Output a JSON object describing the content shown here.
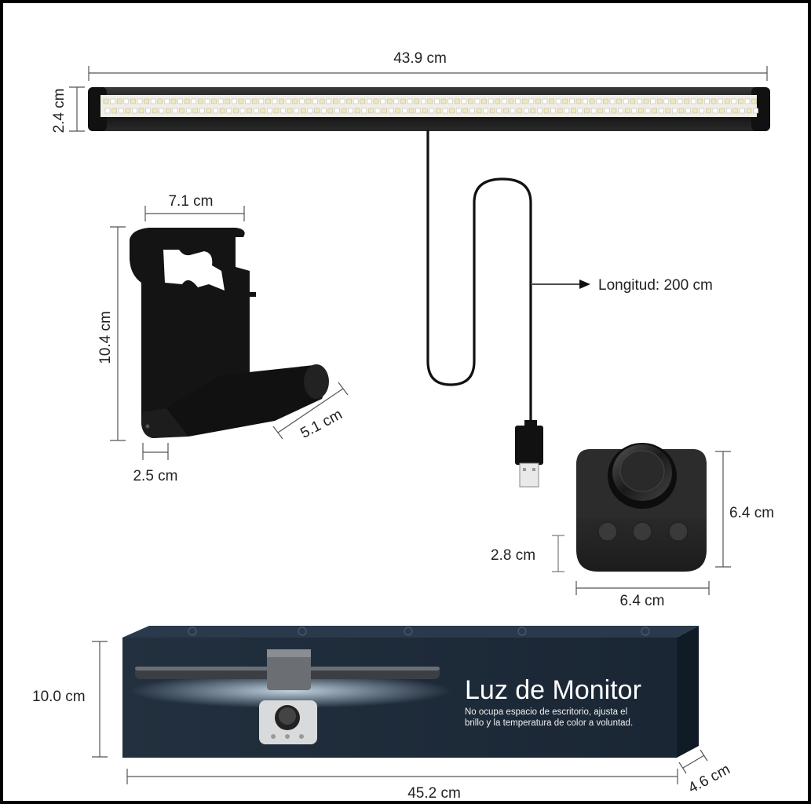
{
  "dimensions": {
    "bar_length": "43.9 cm",
    "bar_height": "2.4 cm",
    "clip_width": "7.1 cm",
    "clip_height": "10.4 cm",
    "clip_depth": "5.1 cm",
    "clip_thickness": "2.5 cm",
    "cable_length": "Longitud: 200 cm",
    "controller_height": "6.4 cm",
    "controller_button_height": "2.8 cm",
    "controller_width": "6.4 cm",
    "box_height": "10.0 cm",
    "box_length": "45.2 cm",
    "box_depth": "4.6 cm"
  },
  "box": {
    "title": "Luz de Monitor",
    "subtitle_line1": "No ocupa espacio de escritorio, ajusta el",
    "subtitle_line2": "brillo y la temperatura de color a voluntad."
  },
  "colors": {
    "background": "#ffffff",
    "frame": "#000000",
    "product_black": "#111111",
    "box_navy": "#1e2b3a",
    "led_warm": "#f3e6b8",
    "led_cool": "#f7f7ef"
  }
}
